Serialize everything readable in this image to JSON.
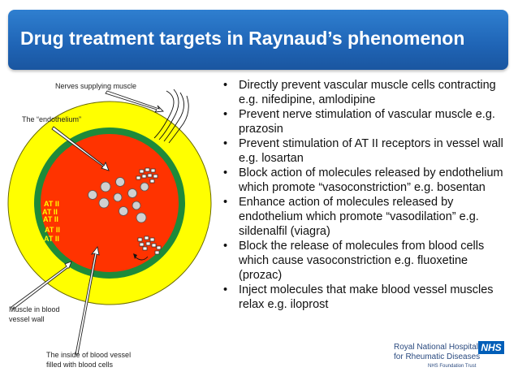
{
  "title": "Drug treatment targets in Raynaud’s phenomenon",
  "diagram": {
    "labels": {
      "nerves": "Nerves supplying muscle",
      "endothelium": "The “endothelium”",
      "muscle_line1": "Muscle in blood",
      "muscle_line2": "vessel wall",
      "inside_line1": "The inside of blood vessel",
      "inside_line2": "filled with blood cells"
    },
    "at_labels": [
      "AT II",
      "AT II",
      "AT II",
      "AT II",
      "AT II"
    ],
    "colors": {
      "outer_wall": "#ffff00",
      "endothelium": "#1e8a3a",
      "lumen": "#ff3300",
      "cells": "#c8c8c8"
    }
  },
  "targets": [
    {
      "bullet": "•",
      "text": "Directly prevent vascular muscle cells contracting e.g. nifedipine, amlodipine"
    },
    {
      "bullet": "•",
      "text": "Prevent nerve stimulation of vascular muscle e.g. prazosin"
    },
    {
      "bullet": "•",
      "text": "Prevent stimulation of AT II receptors in vessel wall e.g. losartan"
    },
    {
      "bullet": "•",
      "text": "Block action of molecules released by endothelium which promote “vasoconstriction” e.g. bosentan"
    },
    {
      "bullet": "•",
      "text": "Enhance action of molecules released by endothelium which promote “vasodilation” e.g. sildenalfil (viagra)"
    },
    {
      "bullet": "•",
      "text": "Block the release of molecules from blood cells which cause vasoconstriction e.g. fluoxetine (prozac)"
    },
    {
      "bullet": "•",
      "text": "Inject molecules that make blood vessel muscles relax e.g. iloprost"
    }
  ],
  "logo": {
    "line1": "Royal National Hospital",
    "line2": "for Rheumatic Diseases",
    "line3": "NHS Foundation Trust",
    "badge": "NHS"
  }
}
